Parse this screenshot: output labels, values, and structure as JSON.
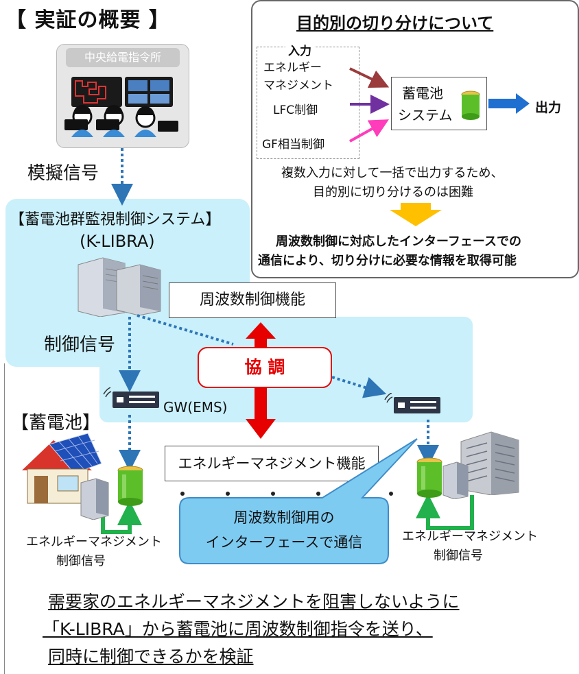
{
  "title": "【 実証の概要 】",
  "hq": {
    "label": "中央給電指令所"
  },
  "signals": {
    "simulated": "模擬信号",
    "control": "制御信号"
  },
  "klibra": {
    "line1": "【蓄電池群監視制御システム】",
    "line2": "(K-LIBRA)"
  },
  "functions": {
    "frequency": "周波数制御機能",
    "energy_mgmt": "エネルギーマネジメント機能",
    "cooperation": "協 調"
  },
  "gateway": {
    "label": "GW(EMS)"
  },
  "battery": {
    "label": "【蓄電池】"
  },
  "em_signal_left": {
    "line1": "エネルギーマネジメント",
    "line2": "制御信号"
  },
  "em_signal_right": {
    "line1": "エネルギーマネジメント",
    "line2": "制御信号"
  },
  "callout": {
    "line1": "周波数制御用の",
    "line2": "インターフェースで通信"
  },
  "panel": {
    "title": "目的別の切り分けについて",
    "input_label": "入力",
    "inputs": [
      "エネルギー",
      "マネジメント",
      "LFC制御",
      "GF相当制御"
    ],
    "system_line1": "蓄電池",
    "system_line2": "システム",
    "output_label": "出力",
    "note_line1": "複数入力に対して一括で出力するため、",
    "note_line2": "目的別に切り分けるのは困難",
    "conclusion_line1": "周波数制御に対応したインターフェースでの",
    "conclusion_line2": "通信により、切り分けに必要な情報を取得可能"
  },
  "summary": {
    "line1": "需要家のエネルギーマネジメントを阻害しないように",
    "line2": "「K-LIBRA」から蓄電池に周波数制御指令を送り、",
    "line3": "同時に制御できるかを検証"
  },
  "colors": {
    "light_blue_region": "#c9f0fb",
    "arrow_red": "#e60000",
    "dotted_blue": "#2e75b6",
    "arrow_green": "#22b14c",
    "arrow_brown": "#9b3b3b",
    "arrow_purple": "#7030a0",
    "arrow_pink": "#ff3dbb",
    "arrow_output_blue": "#1f6fd1",
    "arrow_yellow": "#ffc000",
    "callout_blue": "#7ecbf2"
  }
}
